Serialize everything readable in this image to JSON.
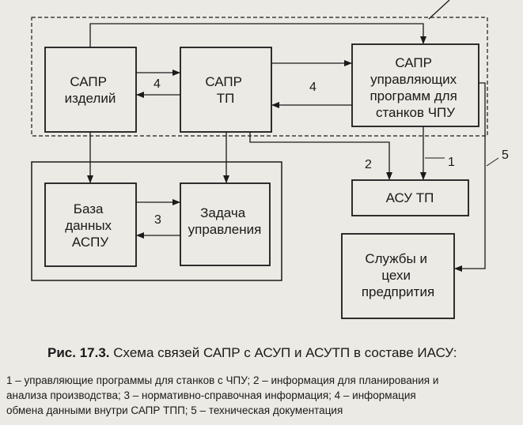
{
  "diagram": {
    "blocks": {
      "sapr_izdeliy": [
        "САПР",
        "изделий"
      ],
      "sapr_tp": [
        "САПР",
        "ТП"
      ],
      "sapr_up": [
        "САПР",
        "управляющих",
        "программ  для",
        "станков ЧПУ"
      ],
      "baza": [
        "База",
        "данных",
        "АСПУ"
      ],
      "zadacha": [
        "Задача",
        "управления"
      ],
      "asu_tp": [
        "АСУ ТП"
      ],
      "sluzhby": [
        "Службы и",
        "цехи",
        "предпрития"
      ]
    },
    "link_numbers": {
      "n4_left": "4",
      "n4_right": "4",
      "n3": "3",
      "n2": "2",
      "n1": "1",
      "n5": "5"
    }
  },
  "caption": {
    "prefix": "Рис. 17.3.",
    "text": " Схема связей САПР с АСУП и АСУТП в составе ИАСУ:"
  },
  "legend_lines": [
    "1 – управляющие программы для станков с ЧПУ; 2 – информация для планирования и",
    "анализа производства; 3 – нормативно-справочная информация; 4 – информация",
    "обмена данными внутри САПР ТПП; 5 – техническая документация"
  ]
}
